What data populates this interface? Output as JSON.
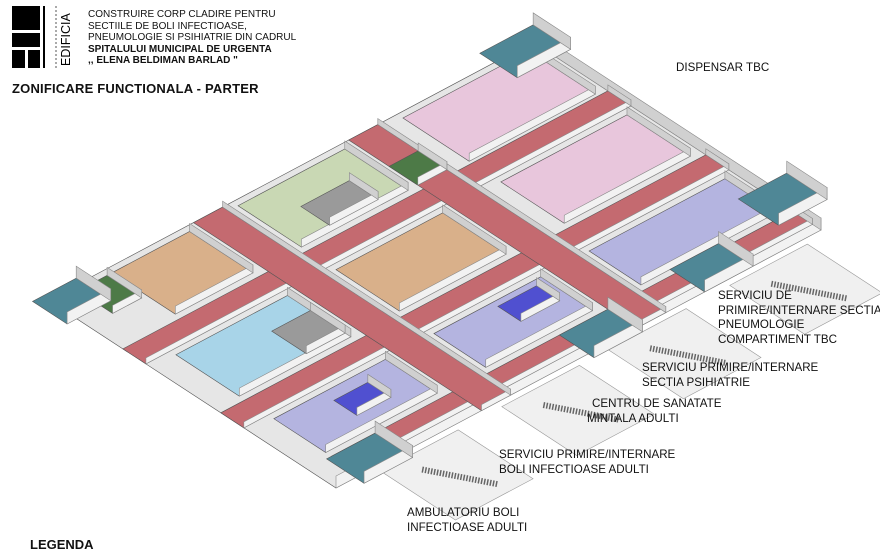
{
  "header": {
    "logo_text": "EDIFICIA",
    "project_lines": [
      "CONSTRUIRE CORP CLADIRE PENTRU",
      "SECTIILE DE BOLI INFECTIOASE,",
      "PNEUMOLOGIE SI PSIHIATRIE DIN CADRUL"
    ],
    "hospital_lines": [
      "SPITALULUI MUNICIPAL DE URGENTA",
      ",, ELENA BELDIMAN BARLAD \""
    ],
    "title": "ZONIFICARE FUNCTIONALA - PARTER"
  },
  "labels": {
    "dispensar": "DISPENSAR TBC",
    "pneumologie": [
      "SERVICIU DE",
      "PRIMIRE/INTERNARE SECTIA",
      "PNEUMOLOGIE",
      "COMPARTIMENT TBC"
    ],
    "psihiatrie": [
      "SERVICIU PRIMIRE/INTERNARE",
      "SECTIA PSIHIATRIE"
    ],
    "centru": [
      "CENTRU DE SANATATE",
      "MINTALA ADULTI"
    ],
    "boli": [
      "SERVICIU PRIMIRE/INTERNARE",
      "BOLI INFECTIOASE ADULTI"
    ],
    "ambulatoriu": [
      "AMBULATORIU BOLI",
      "INFECTIOASE ADULTI"
    ]
  },
  "legend_title": "LEGENDA",
  "zone_colors": {
    "corridor": "#c46a70",
    "entrance": "#4f8796",
    "dispensar": "#e8c6dc",
    "psychiatry": "#c9d8b4",
    "infectious": "#b4b4e0",
    "pneumology": "#a8d4e8",
    "technical": "#d9b08a",
    "green": "#4d7a47",
    "parking": "#9a9a9a",
    "wall": "#e6e6e6"
  }
}
